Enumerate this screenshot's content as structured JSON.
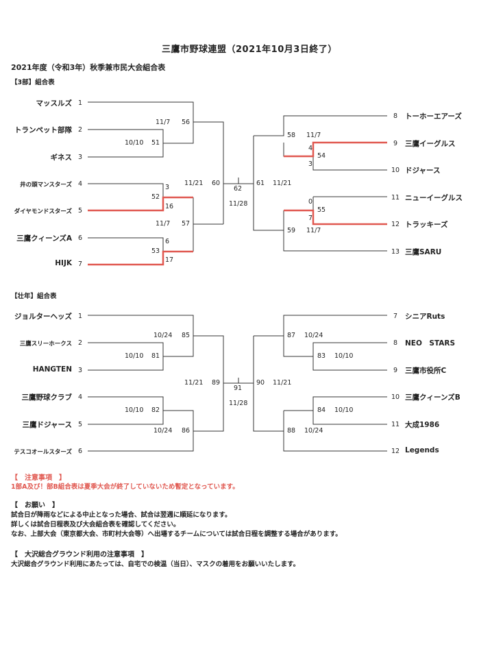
{
  "header": {
    "title": "三鷹市野球連盟（2021年10月3日終了）",
    "subtitle": "2021年度（令和3年）秋季兼市民大会組合表"
  },
  "bracket3": {
    "label": "【3部】組合表",
    "left": [
      {
        "name": "マッスルズ",
        "seed": "1"
      },
      {
        "name": "トランペット部隊",
        "seed": "2"
      },
      {
        "name": "ギネス",
        "seed": "3"
      },
      {
        "name": "井の頭マンスターズ",
        "seed": "4"
      },
      {
        "name": "ダイヤモンドスターズ",
        "seed": "5"
      },
      {
        "name": "三鷹クィーンズA",
        "seed": "6"
      },
      {
        "name": "HIJK",
        "seed": "7"
      }
    ],
    "right": [
      {
        "name": "トーホーエアーズ",
        "seed": "8"
      },
      {
        "name": "三鷹イーグルス",
        "seed": "9"
      },
      {
        "name": "ドジャース",
        "seed": "10"
      },
      {
        "name": "ニューイーグルス",
        "seed": "11"
      },
      {
        "name": "トラッキーズ",
        "seed": "12"
      },
      {
        "name": "三鷹SARU",
        "seed": "13"
      }
    ],
    "labels": {
      "g56": "56",
      "d56": "11/7",
      "g51": "51",
      "d51": "10/10",
      "s52a": "3",
      "g52": "52",
      "s52b": "16",
      "s53a": "6",
      "g53": "53",
      "s53b": "17",
      "g57": "57",
      "d57": "11/7",
      "g60": "60",
      "d60": "11/21",
      "g62": "62",
      "d62": "11/28",
      "g61": "61",
      "d61": "11/21",
      "g58": "58",
      "d58": "11/7",
      "s54a": "4",
      "g54": "54",
      "s54b": "3",
      "s55a": "0",
      "g55": "55",
      "s55b": "7",
      "g59": "59",
      "d59": "11/7"
    }
  },
  "bracket_sr": {
    "label": "【壮年】組合表",
    "left": [
      {
        "name": "ジョルターヘッズ",
        "seed": "1"
      },
      {
        "name": "三鷹スリーホークス",
        "seed": "2"
      },
      {
        "name": "HANGTEN",
        "seed": "3"
      },
      {
        "name": "三鷹野球クラブ",
        "seed": "4"
      },
      {
        "name": "三鷹ドジャース",
        "seed": "5"
      },
      {
        "name": "テスコオールスターズ",
        "seed": "6"
      }
    ],
    "right": [
      {
        "name": "シニアRuts",
        "seed": "7"
      },
      {
        "name": "NEO　STARS",
        "seed": "8"
      },
      {
        "name": "三鷹市役所C",
        "seed": "9"
      },
      {
        "name": "三鷹クィーンズB",
        "seed": "10"
      },
      {
        "name": "大成1986",
        "seed": "11"
      },
      {
        "name": "Legends",
        "seed": "12"
      }
    ],
    "labels": {
      "g85": "85",
      "d85": "10/24",
      "g81": "81",
      "d81": "10/10",
      "g82": "82",
      "d82": "10/10",
      "g86": "86",
      "d86": "10/24",
      "g89": "89",
      "d89": "11/21",
      "g91": "91",
      "d91": "11/28",
      "g90": "90",
      "d90": "11/21",
      "g87": "87",
      "d87": "10/24",
      "g83": "83",
      "d83": "10/10",
      "g84": "84",
      "d84": "10/10",
      "g88": "88",
      "d88": "10/24"
    }
  },
  "notes": {
    "caution_head": "【　注意事項　】",
    "caution_body": "1部A及び！部B組合表は夏季大会が終了していないため暫定となっています。",
    "request_head": "【　お願い　】",
    "request_lines": [
      "試合日が降雨などによる中止となった場合、試合は翌週に順延になります。",
      "詳しくは試合日程表及び大会組合表を確認してください。",
      "なお、上部大会（東京都大会、市町村大会等）へ出場するチームについては試合日程を調整する場合があります。"
    ],
    "ground_head": "【　大沢総合グラウンド利用の注意事項　】",
    "ground_body": "大沢総合グラウンド利用にあたっては、自宅での検温（当日）、マスクの着用をお願いいたします。"
  },
  "colors": {
    "line": "#333333",
    "winner": "#e0574f"
  }
}
